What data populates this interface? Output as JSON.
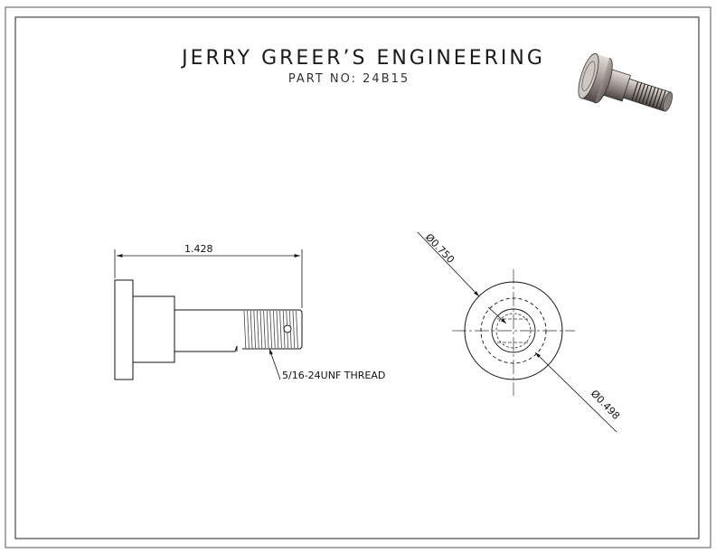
{
  "title_block": {
    "company": "JERRY GREER’S ENGINEERING",
    "part_number": "PART NO: 24B15"
  },
  "dimensions": {
    "overall_length": "1.428",
    "outer_diameter": "Ø0.750",
    "shoulder_diameter": "Ø0.498",
    "thread_callout": "5/16-24UNF THREAD"
  },
  "colors": {
    "line": "#111111",
    "thread": "#555555",
    "iso_dark": "#5a5250",
    "iso_mid": "#9a928e",
    "iso_light": "#d8d2cc"
  }
}
